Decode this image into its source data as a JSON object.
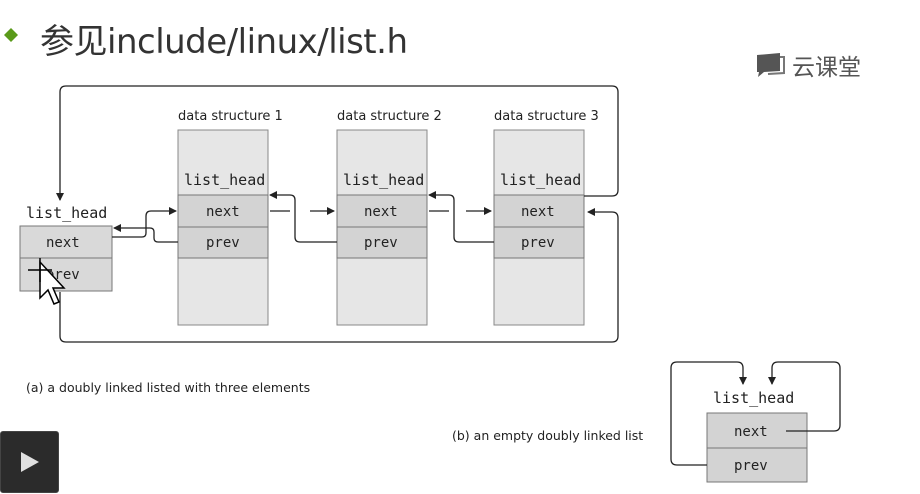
{
  "title": "参见include/linux/list.h",
  "logo": {
    "text": "云课堂",
    "icon": "cloud-classroom-icon"
  },
  "structures": [
    {
      "label": "data structure 1",
      "head": "list_head",
      "next": "next",
      "prev": "prev"
    },
    {
      "label": "data structure 2",
      "head": "list_head",
      "next": "next",
      "prev": "prev"
    },
    {
      "label": "data structure 3",
      "head": "list_head",
      "next": "next",
      "prev": "prev"
    }
  ],
  "standalone_head": {
    "label": "list_head",
    "next": "next",
    "prev": "prev"
  },
  "empty_list": {
    "label": "list_head",
    "next": "next",
    "prev": "prev"
  },
  "captions": {
    "a": "(a)  a doubly linked listed with three elements",
    "b": "(b)  an empty doubly linked list"
  },
  "player": {
    "play_icon": "play-icon"
  },
  "colors": {
    "box_fill": "#d9d9d9",
    "box_stroke": "#777777",
    "line": "#222222",
    "bullet": "#5a9a1a"
  }
}
